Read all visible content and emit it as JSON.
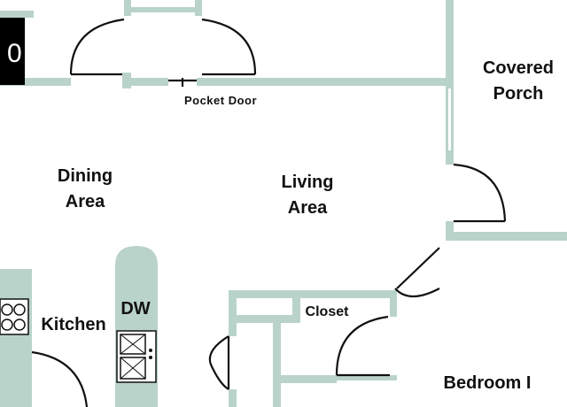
{
  "labels": {
    "pocket_door": "Pocket Door",
    "covered_porch_line1": "Covered",
    "covered_porch_line2": "Porch",
    "dining_line1": "Dining",
    "dining_line2": "Area",
    "living_line1": "Living",
    "living_line2": "Area",
    "kitchen": "Kitchen",
    "dw": "DW",
    "closet": "Closet",
    "bedroom": "Bedroom I",
    "badge_fragment": "0"
  },
  "colors": {
    "wall": "#b9d3ca",
    "wall_outline": "#8fb2a7",
    "door": "#111111",
    "label": "#111111",
    "badge_bg": "#000000",
    "badge_text": "#ffffff",
    "background": "#ffffff"
  }
}
